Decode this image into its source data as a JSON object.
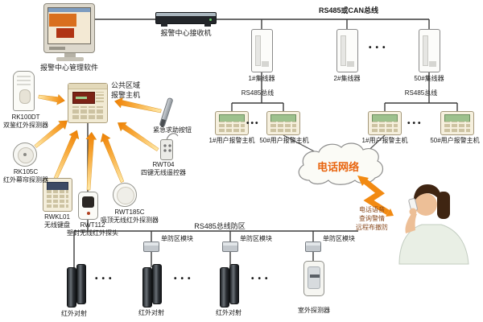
{
  "colors": {
    "accent_orange": "#f08200",
    "cloud_text_orange": "#e8640e",
    "wire_black": "#3b3b3b"
  },
  "center": {
    "monitor_label": "报警中心管理软件",
    "receiver_label": "报警中心接收机",
    "top_bus_label": "RS485或CAN总线"
  },
  "hubs": {
    "labels": [
      "1#集线器",
      "2#集线器",
      "50#集线器"
    ],
    "rs485_left": "RS485总线",
    "rs485_right": "RS485总线"
  },
  "hosts": {
    "left_1": "1#用户报警主机",
    "left_50": "50#用户报警主机",
    "right_1": "1#用户报警主机",
    "right_50": "50#用户报警主机"
  },
  "public_area": {
    "host_label": "公共区域\n报警主机",
    "emergency_label": "紧急求助按钮",
    "remote_label": "RWT04\n四键无线遥控器"
  },
  "wireless": {
    "rk100dt": "RK100DT\n双鉴红外探测器",
    "rk105c": "RK105C\n红外幕帘探测器",
    "rwkl01": "RWKL01\n无线键盘",
    "rwt112": "RWT112\n塑封无线红外探头",
    "rwt185c": "RWT185C\n吸顶无线红外探测器"
  },
  "phone": {
    "cloud_label": "电话网络",
    "user_caption": "电话语音\n查询警情\n远程布撤防"
  },
  "zones": {
    "bus_label": "RS485总线防区",
    "module_label": "单防区模块",
    "ir_beam_label": "红外对射",
    "outdoor_label": "室外探测器"
  },
  "misc": {
    "dots": "•••"
  }
}
